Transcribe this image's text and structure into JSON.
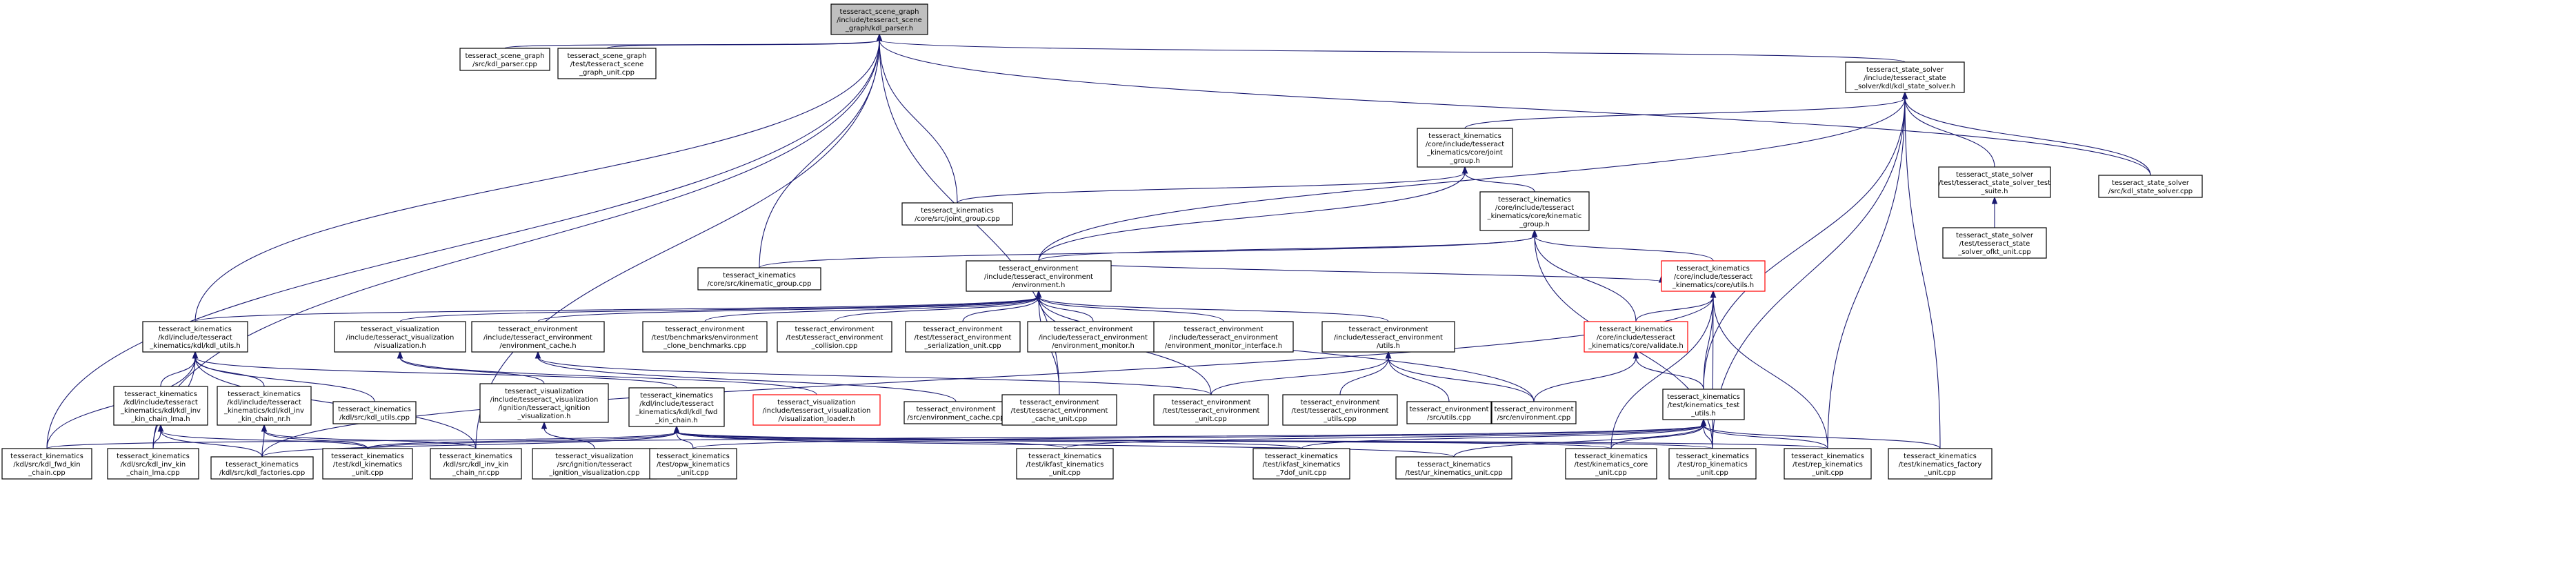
{
  "nodes": [
    {
      "id": "root",
      "lines": [
        "tesseract_scene_graph",
        "/include/tesseract_scene",
        "_graph/kdl_parser.h"
      ],
      "kind": "root"
    },
    {
      "id": "sg_kdl_parser_cpp",
      "lines": [
        "tesseract_scene_graph",
        "/src/kdl_parser.cpp"
      ]
    },
    {
      "id": "sg_unit",
      "lines": [
        "tesseract_scene_graph",
        "/test/tesseract_scene",
        "_graph_unit.cpp"
      ]
    },
    {
      "id": "kdl_state_solver_h",
      "lines": [
        "tesseract_state_solver",
        "/include/tesseract_state",
        "_solver/kdl/kdl_state_solver.h"
      ]
    },
    {
      "id": "kin_joint_group_h",
      "lines": [
        "tesseract_kinematics",
        "/core/include/tesseract",
        "_kinematics/core/joint",
        "_group.h"
      ]
    },
    {
      "id": "ss_test_suite",
      "lines": [
        "tesseract_state_solver",
        "/test/tesseract_state_solver_test",
        "_suite.h"
      ]
    },
    {
      "id": "ss_kdl_cpp",
      "lines": [
        "tesseract_state_solver",
        "/src/kdl_state_solver.cpp"
      ]
    },
    {
      "id": "ss_ofkt_unit",
      "lines": [
        "tesseract_state_solver",
        "/test/tesseract_state",
        "_solver_ofkt_unit.cpp"
      ]
    },
    {
      "id": "kin_joint_group_cpp",
      "lines": [
        "tesseract_kinematics",
        "/core/src/joint_group.cpp"
      ]
    },
    {
      "id": "kin_kinematic_group_h",
      "lines": [
        "tesseract_kinematics",
        "/core/include/tesseract",
        "_kinematics/core/kinematic",
        "_group.h"
      ]
    },
    {
      "id": "kin_kinematic_group_cpp",
      "lines": [
        "tesseract_kinematics",
        "/core/src/kinematic_group.cpp"
      ]
    },
    {
      "id": "env_h",
      "lines": [
        "tesseract_environment",
        "/include/tesseract_environment",
        "/environment.h"
      ]
    },
    {
      "id": "kin_utils_h",
      "lines": [
        "tesseract_kinematics",
        "/core/include/tesseract",
        "_kinematics/core/utils.h"
      ],
      "kind": "red"
    },
    {
      "id": "kdl_utils_h",
      "lines": [
        "tesseract_kinematics",
        "/kdl/include/tesseract",
        "_kinematics/kdl/kdl_utils.h"
      ]
    },
    {
      "id": "vis_h",
      "lines": [
        "tesseract_visualization",
        "/include/tesseract_visualization",
        "/visualization.h"
      ]
    },
    {
      "id": "env_cache_h",
      "lines": [
        "tesseract_environment",
        "/include/tesseract_environment",
        "/environment_cache.h"
      ]
    },
    {
      "id": "env_clone_bench",
      "lines": [
        "tesseract_environment",
        "/test/benchmarks/environment",
        "_clone_benchmarks.cpp"
      ]
    },
    {
      "id": "env_collision",
      "lines": [
        "tesseract_environment",
        "/test/tesseract_environment",
        "_collision.cpp"
      ]
    },
    {
      "id": "env_serialization",
      "lines": [
        "tesseract_environment",
        "/test/tesseract_environment",
        "_serialization_unit.cpp"
      ]
    },
    {
      "id": "env_monitor_h",
      "lines": [
        "tesseract_environment",
        "/include/tesseract_environment",
        "/environment_monitor.h"
      ]
    },
    {
      "id": "env_monitor_if_h",
      "lines": [
        "tesseract_environment",
        "/include/tesseract_environment",
        "/environment_monitor_interface.h"
      ]
    },
    {
      "id": "env_utils_h",
      "lines": [
        "tesseract_environment",
        "/include/tesseract_environment",
        "/utils.h"
      ]
    },
    {
      "id": "kin_validate_h",
      "lines": [
        "tesseract_kinematics",
        "/core/include/tesseract",
        "_kinematics/core/validate.h"
      ],
      "kind": "red"
    },
    {
      "id": "kin_test_utils_h",
      "lines": [
        "tesseract_kinematics",
        "/test/kinematics_test",
        "_utils.h"
      ]
    },
    {
      "id": "kdl_inv_lma_h",
      "lines": [
        "tesseract_kinematics",
        "/kdl/include/tesseract",
        "_kinematics/kdl/kdl_inv",
        "_kin_chain_lma.h"
      ]
    },
    {
      "id": "kdl_inv_nr_h",
      "lines": [
        "tesseract_kinematics",
        "/kdl/include/tesseract",
        "_kinematics/kdl/kdl_inv",
        "_kin_chain_nr.h"
      ]
    },
    {
      "id": "kdl_utils_cpp",
      "lines": [
        "tesseract_kinematics",
        "/kdl/src/kdl_utils.cpp"
      ]
    },
    {
      "id": "vis_ign_h",
      "lines": [
        "tesseract_visualization",
        "/include/tesseract_visualization",
        "/ignition/tesseract_ignition",
        "_visualization.h"
      ]
    },
    {
      "id": "kdl_fwd_h",
      "lines": [
        "tesseract_kinematics",
        "/kdl/include/tesseract",
        "_kinematics/kdl/kdl_fwd",
        "_kin_chain.h"
      ]
    },
    {
      "id": "vis_loader_h",
      "lines": [
        "tesseract_visualization",
        "/include/tesseract_visualization",
        "/visualization_loader.h"
      ],
      "kind": "red"
    },
    {
      "id": "env_cache_cpp",
      "lines": [
        "tesseract_environment",
        "/src/environment_cache.cpp"
      ]
    },
    {
      "id": "env_cache_unit",
      "lines": [
        "tesseract_environment",
        "/test/tesseract_environment",
        "_cache_unit.cpp"
      ]
    },
    {
      "id": "env_unit",
      "lines": [
        "tesseract_environment",
        "/test/tesseract_environment",
        "_unit.cpp"
      ]
    },
    {
      "id": "env_utils_unit",
      "lines": [
        "tesseract_environment",
        "/test/tesseract_environment",
        "_utils.cpp"
      ]
    },
    {
      "id": "env_src_utils",
      "lines": [
        "tesseract_environment",
        "/src/utils.cpp"
      ]
    },
    {
      "id": "env_cpp",
      "lines": [
        "tesseract_environment",
        "/src/environment.cpp"
      ]
    },
    {
      "id": "kdl_fwd_cpp",
      "lines": [
        "tesseract_kinematics",
        "/kdl/src/kdl_fwd_kin",
        "_chain.cpp"
      ]
    },
    {
      "id": "kdl_lma_cpp",
      "lines": [
        "tesseract_kinematics",
        "/kdl/src/kdl_inv_kin",
        "_chain_lma.cpp"
      ]
    },
    {
      "id": "kdl_factories_cpp",
      "lines": [
        "tesseract_kinematics",
        "/kdl/src/kdl_factories.cpp"
      ]
    },
    {
      "id": "kin_kdl_unit",
      "lines": [
        "tesseract_kinematics",
        "/test/kdl_kinematics",
        "_unit.cpp"
      ]
    },
    {
      "id": "kdl_nr_cpp",
      "lines": [
        "tesseract_kinematics",
        "/kdl/src/kdl_inv_kin",
        "_chain_nr.cpp"
      ]
    },
    {
      "id": "vis_ign_cpp",
      "lines": [
        "tesseract_visualization",
        "/src/ignition/tesseract",
        "_ignition_visualization.cpp"
      ]
    },
    {
      "id": "kin_opw_unit",
      "lines": [
        "tesseract_kinematics",
        "/test/opw_kinematics",
        "_unit.cpp"
      ]
    },
    {
      "id": "kin_ikfast_unit",
      "lines": [
        "tesseract_kinematics",
        "/test/ikfast_kinematics",
        "_unit.cpp"
      ]
    },
    {
      "id": "kin_ikfast_7dof",
      "lines": [
        "tesseract_kinematics",
        "/test/ikfast_kinematics",
        "_7dof_unit.cpp"
      ]
    },
    {
      "id": "kin_ur_unit",
      "lines": [
        "tesseract_kinematics",
        "/test/ur_kinematics_unit.cpp"
      ]
    },
    {
      "id": "kin_core_unit",
      "lines": [
        "tesseract_kinematics",
        "/test/kinematics_core",
        "_unit.cpp"
      ]
    },
    {
      "id": "kin_rop_unit",
      "lines": [
        "tesseract_kinematics",
        "/test/rop_kinematics",
        "_unit.cpp"
      ]
    },
    {
      "id": "kin_rep_unit",
      "lines": [
        "tesseract_kinematics",
        "/test/rep_kinematics",
        "_unit.cpp"
      ]
    },
    {
      "id": "kin_factory_unit",
      "lines": [
        "tesseract_kinematics",
        "/test/kinematics_factory",
        "_unit.cpp"
      ]
    }
  ],
  "edges": [
    [
      "sg_kdl_parser_cpp",
      "root"
    ],
    [
      "sg_unit",
      "root"
    ],
    [
      "kdl_state_solver_h",
      "root"
    ],
    [
      "ss_kdl_cpp",
      "root"
    ],
    [
      "kin_joint_group_cpp",
      "root"
    ],
    [
      "kin_kinematic_group_cpp",
      "root"
    ],
    [
      "kdl_utils_h",
      "root"
    ],
    [
      "kdl_fwd_cpp",
      "root"
    ],
    [
      "kdl_lma_cpp",
      "root"
    ],
    [
      "kdl_nr_cpp",
      "root"
    ],
    [
      "env_cache_unit",
      "root"
    ],
    [
      "kin_joint_group_h",
      "kdl_state_solver_h"
    ],
    [
      "ss_test_suite",
      "kdl_state_solver_h"
    ],
    [
      "ss_kdl_cpp",
      "kdl_state_solver_h"
    ],
    [
      "kin_test_utils_h",
      "kdl_state_solver_h"
    ],
    [
      "kin_rop_unit",
      "kdl_state_solver_h"
    ],
    [
      "kin_rep_unit",
      "kdl_state_solver_h"
    ],
    [
      "kin_factory_unit",
      "kdl_state_solver_h"
    ],
    [
      "env_h",
      "kdl_state_solver_h"
    ],
    [
      "ss_ofkt_unit",
      "ss_test_suite"
    ],
    [
      "kin_joint_group_cpp",
      "kin_joint_group_h"
    ],
    [
      "kin_kinematic_group_h",
      "kin_joint_group_h"
    ],
    [
      "env_h",
      "kin_joint_group_h"
    ],
    [
      "kin_kinematic_group_cpp",
      "kin_kinematic_group_h"
    ],
    [
      "env_h",
      "kin_kinematic_group_h"
    ],
    [
      "kin_validate_h",
      "kin_kinematic_group_h"
    ],
    [
      "kin_utils_h",
      "kin_kinematic_group_h"
    ],
    [
      "kin_rop_unit",
      "kin_kinematic_group_h"
    ],
    [
      "kdl_utils_h",
      "env_h"
    ],
    [
      "vis_h",
      "env_h"
    ],
    [
      "env_cache_h",
      "env_h"
    ],
    [
      "env_clone_bench",
      "env_h"
    ],
    [
      "env_collision",
      "env_h"
    ],
    [
      "env_serialization",
      "env_h"
    ],
    [
      "env_monitor_h",
      "env_h"
    ],
    [
      "env_monitor_if_h",
      "env_h"
    ],
    [
      "env_utils_h",
      "env_h"
    ],
    [
      "env_cache_unit",
      "env_h"
    ],
    [
      "env_unit",
      "env_h"
    ],
    [
      "env_cpp",
      "env_h"
    ],
    [
      "kin_validate_h",
      "kin_utils_h"
    ],
    [
      "kin_test_utils_h",
      "kin_utils_h"
    ],
    [
      "kin_core_unit",
      "kin_utils_h"
    ],
    [
      "kin_rop_unit",
      "kin_utils_h"
    ],
    [
      "kin_rep_unit",
      "kin_utils_h"
    ],
    [
      "kdl_factories_cpp",
      "kin_utils_h"
    ],
    [
      "env_h",
      "kin_utils_h"
    ],
    [
      "kdl_inv_lma_h",
      "kdl_utils_h"
    ],
    [
      "kdl_inv_nr_h",
      "kdl_utils_h"
    ],
    [
      "kdl_utils_cpp",
      "kdl_utils_h"
    ],
    [
      "kdl_fwd_h",
      "kdl_utils_h"
    ],
    [
      "kdl_fwd_cpp",
      "kdl_utils_h"
    ],
    [
      "kdl_lma_cpp",
      "kdl_utils_h"
    ],
    [
      "kdl_nr_cpp",
      "kdl_utils_h"
    ],
    [
      "vis_ign_h",
      "vis_h"
    ],
    [
      "vis_loader_h",
      "vis_h"
    ],
    [
      "env_cache_cpp",
      "env_cache_h"
    ],
    [
      "env_unit",
      "env_cache_h"
    ],
    [
      "env_utils_unit",
      "env_utils_h"
    ],
    [
      "env_src_utils",
      "env_utils_h"
    ],
    [
      "env_cpp",
      "env_utils_h"
    ],
    [
      "env_unit",
      "env_utils_h"
    ],
    [
      "env_cpp",
      "kin_validate_h"
    ],
    [
      "kin_test_utils_h",
      "kin_validate_h"
    ],
    [
      "kin_opw_unit",
      "kin_test_utils_h"
    ],
    [
      "kin_ikfast_unit",
      "kin_test_utils_h"
    ],
    [
      "kin_ikfast_7dof",
      "kin_test_utils_h"
    ],
    [
      "kin_ur_unit",
      "kin_test_utils_h"
    ],
    [
      "kin_core_unit",
      "kin_test_utils_h"
    ],
    [
      "kin_rop_unit",
      "kin_test_utils_h"
    ],
    [
      "kin_rep_unit",
      "kin_test_utils_h"
    ],
    [
      "kin_factory_unit",
      "kin_test_utils_h"
    ],
    [
      "kin_kdl_unit",
      "kin_test_utils_h"
    ],
    [
      "kdl_lma_cpp",
      "kdl_inv_lma_h"
    ],
    [
      "kdl_factories_cpp",
      "kdl_inv_lma_h"
    ],
    [
      "kin_kdl_unit",
      "kdl_inv_lma_h"
    ],
    [
      "kdl_nr_cpp",
      "kdl_inv_nr_h"
    ],
    [
      "kdl_factories_cpp",
      "kdl_inv_nr_h"
    ],
    [
      "kin_kdl_unit",
      "kdl_inv_nr_h"
    ],
    [
      "vis_ign_cpp",
      "vis_ign_h"
    ],
    [
      "kdl_fwd_cpp",
      "kdl_fwd_h"
    ],
    [
      "kdl_factories_cpp",
      "kdl_fwd_h"
    ],
    [
      "kin_kdl_unit",
      "kdl_fwd_h"
    ],
    [
      "kin_opw_unit",
      "kdl_fwd_h"
    ],
    [
      "kin_ikfast_unit",
      "kdl_fwd_h"
    ],
    [
      "kin_ikfast_7dof",
      "kdl_fwd_h"
    ],
    [
      "kin_ur_unit",
      "kdl_fwd_h"
    ],
    [
      "kin_core_unit",
      "kdl_fwd_h"
    ],
    [
      "kin_rop_unit",
      "kdl_fwd_h"
    ],
    [
      "kin_rep_unit",
      "kdl_fwd_h"
    ]
  ]
}
